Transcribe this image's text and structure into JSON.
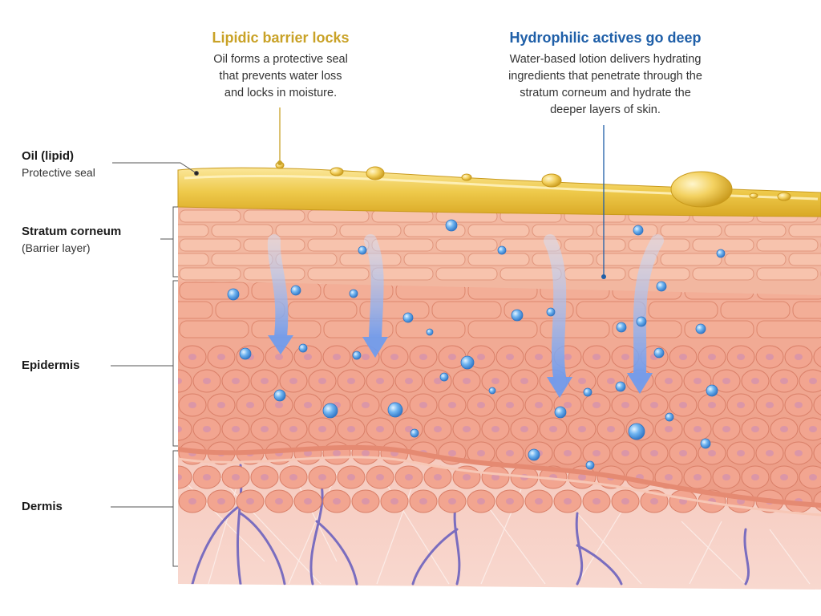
{
  "callouts": {
    "lipid": {
      "title": "Lipidic barrier locks",
      "body": [
        "Oil forms a protective seal",
        "that prevents water loss",
        "and locks in moisture."
      ]
    },
    "hydrophilic": {
      "title": "Hydrophilic actives go deep",
      "body": [
        "Water-based lotion delivers hydrating",
        "ingredients that penetrate through the",
        "stratum corneum and hydrate the",
        "deeper layers of skin."
      ]
    }
  },
  "layers": {
    "oil": {
      "title": "Oil (lipid)",
      "subtitle": "Protective seal"
    },
    "stratum": {
      "title": "Stratum corneum",
      "subtitle": "(Barrier layer)"
    },
    "epidermis": {
      "title": "Epidermis"
    },
    "dermis": {
      "title": "Dermis"
    }
  },
  "colors": {
    "lipid_accent": "#c9a227",
    "hydrophilic_accent": "#1f5fa8",
    "oil": "#eec94a",
    "stratum": "#f2b49a",
    "epidermis": "#efa38c",
    "dermis": "#f4c0b4",
    "water_drop": "#4f9ee6",
    "vessel": "#7a6dbf"
  }
}
